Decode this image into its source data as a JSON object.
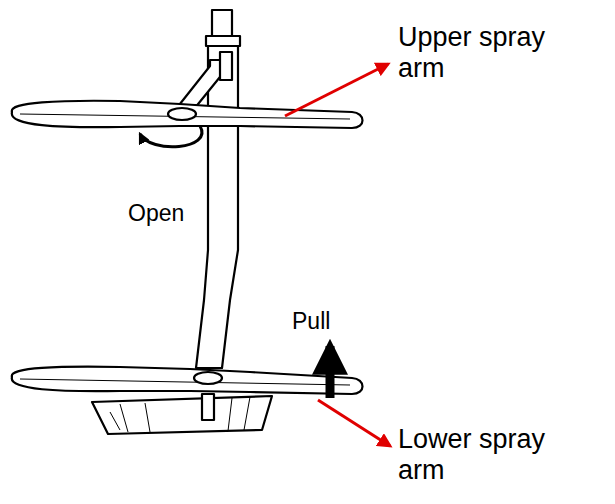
{
  "diagram": {
    "labels": [
      "Upper spray arm",
      "Open",
      "Pull",
      "Lower spray arm"
    ]
  }
}
